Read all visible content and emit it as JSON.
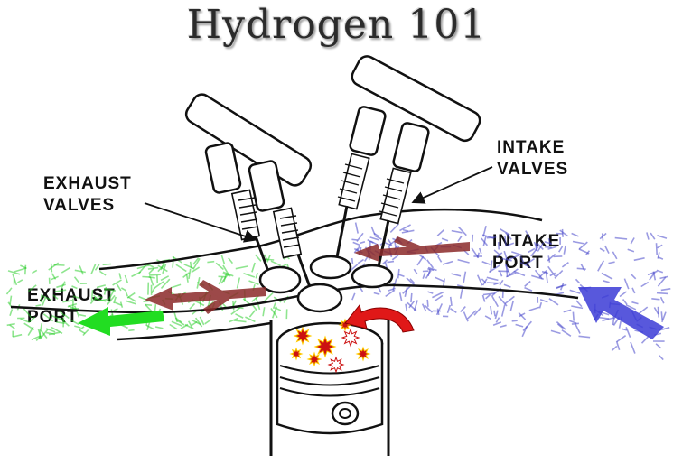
{
  "title": "Hydrogen 101",
  "labels": {
    "exhaust_valves": [
      "EXHAUST",
      "VALVES"
    ],
    "intake_valves": [
      "INTAKE",
      "VALVES"
    ],
    "intake_port": [
      "INTAKE",
      "PORT"
    ],
    "exhaust_port": [
      "EXHAUST",
      "PORT"
    ]
  },
  "colors": {
    "intake_flow": "#4a4acc",
    "exhaust_flow": "#22cc22",
    "combustion": "#cc1111",
    "flow_arrow": "#8b2a2a",
    "line": "#111111"
  }
}
